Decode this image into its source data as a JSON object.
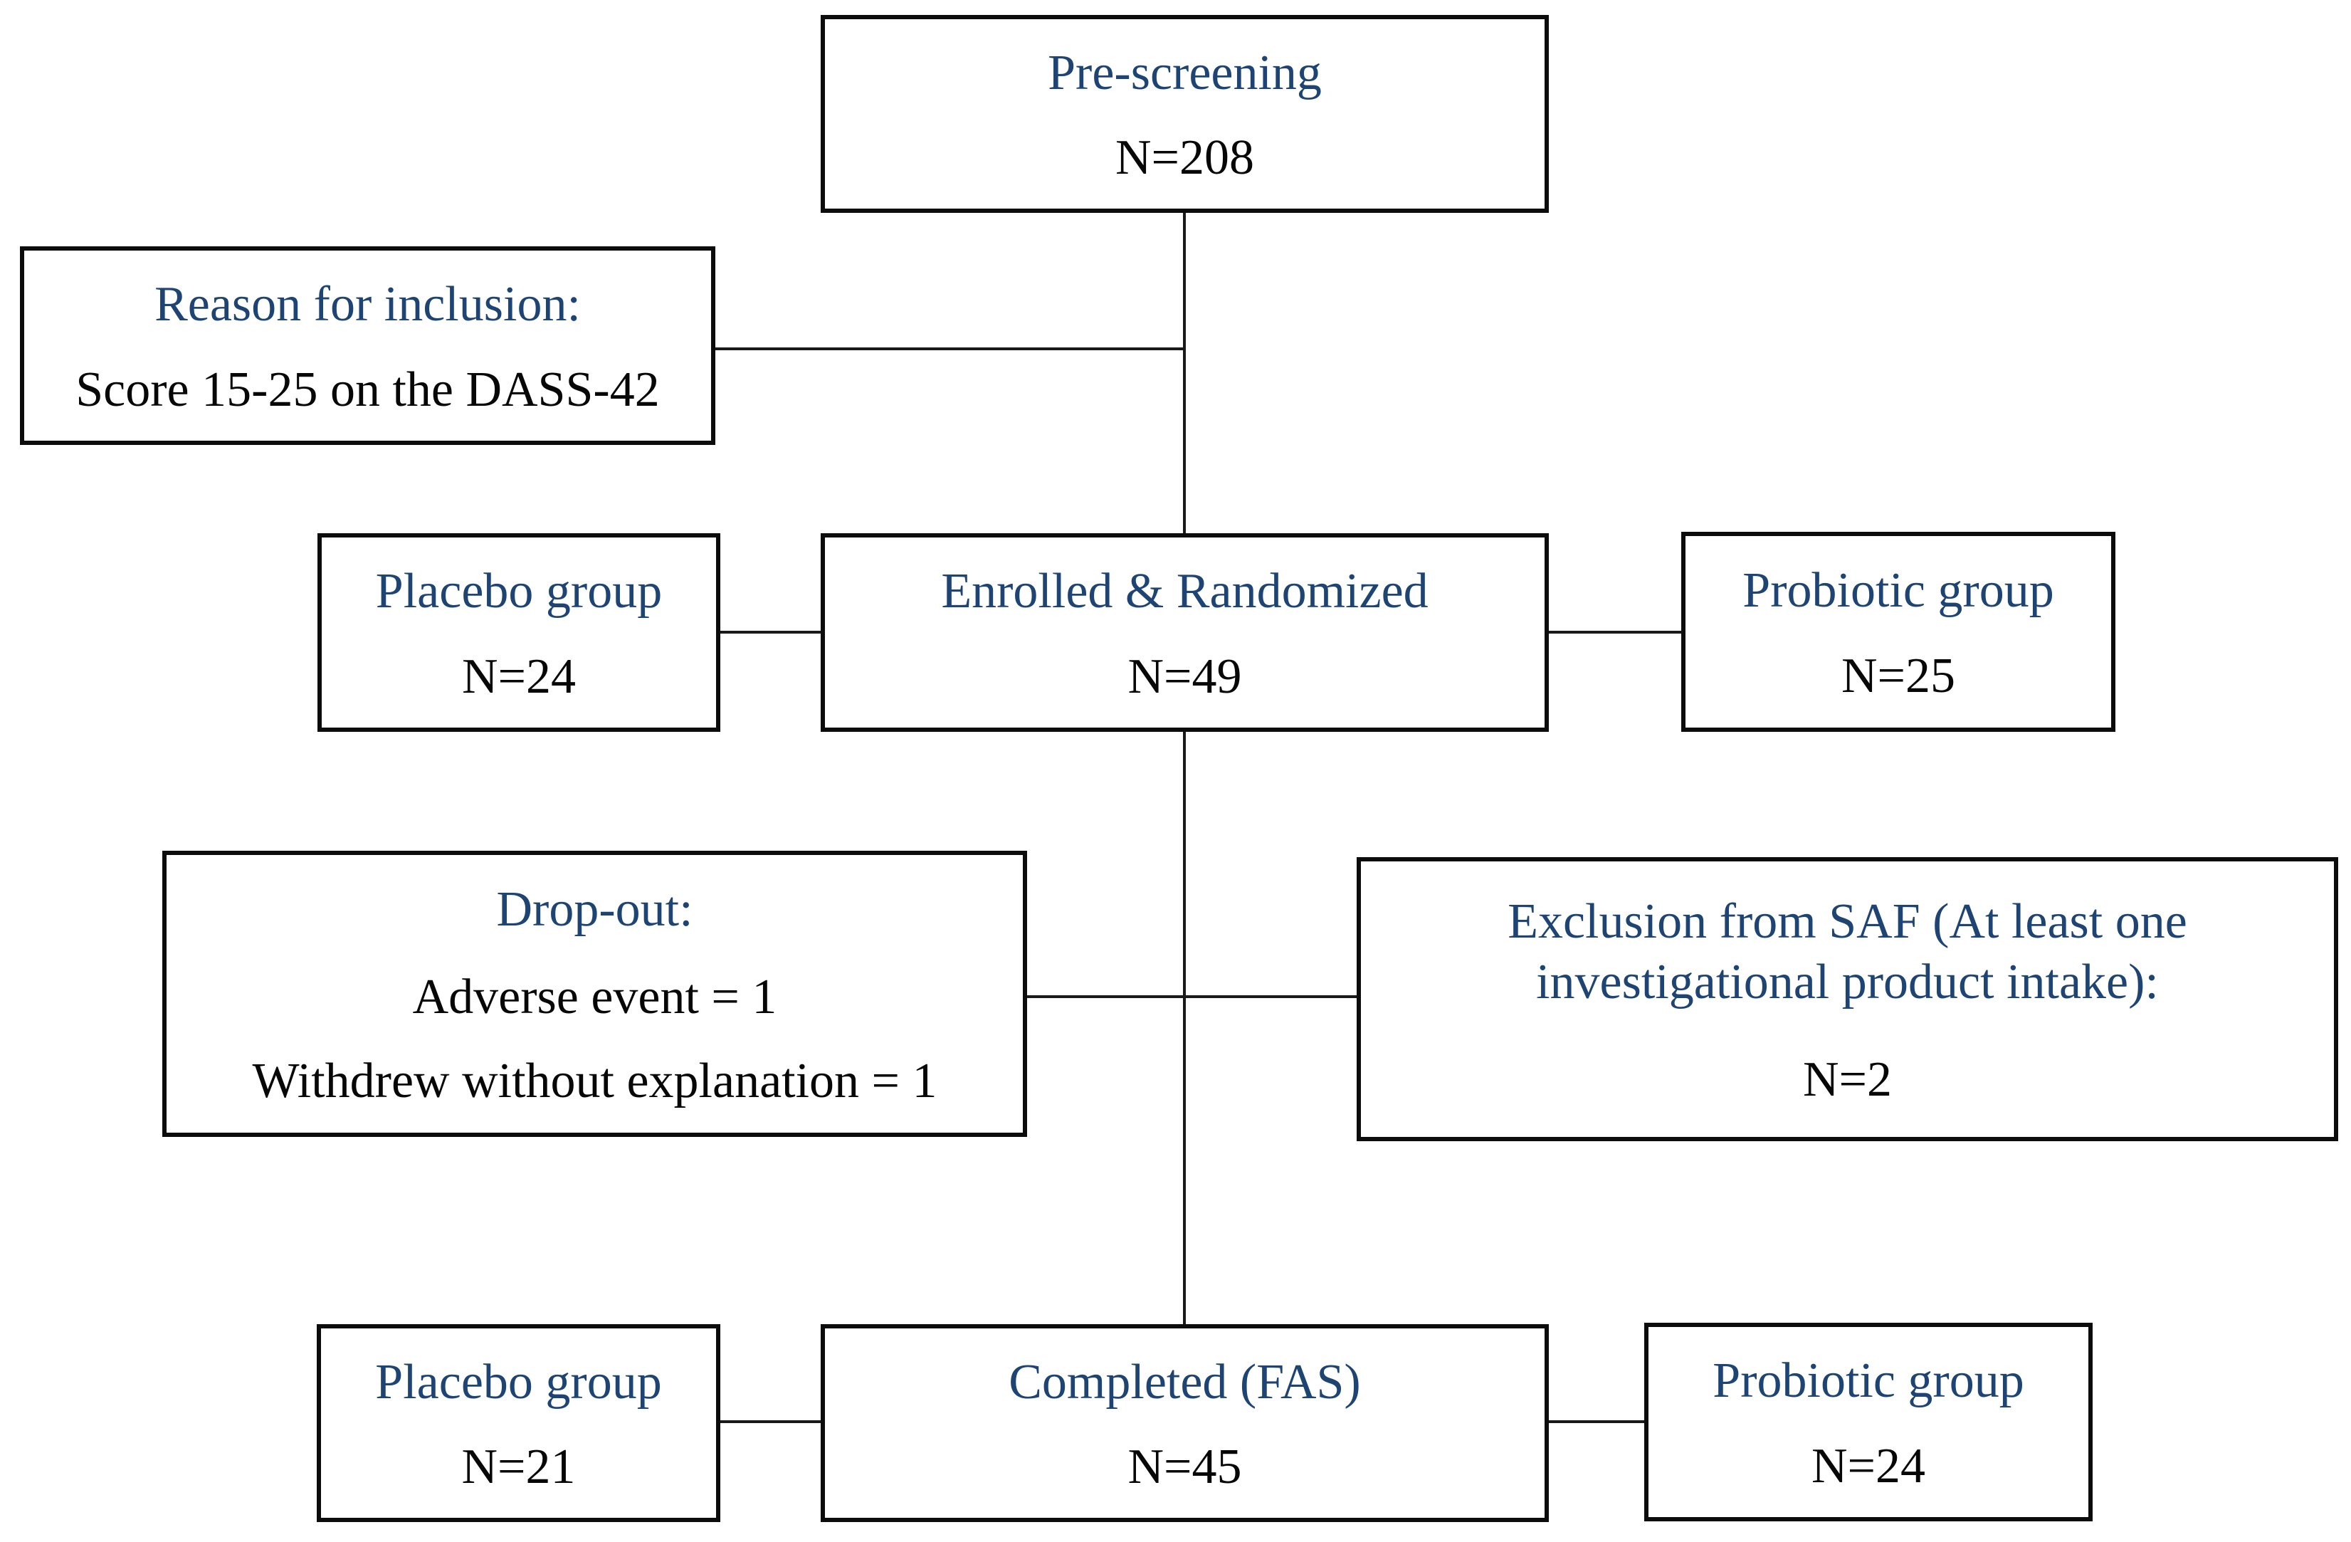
{
  "diagram": {
    "background_color": "#ffffff",
    "box_border_color": "#0c0c0c",
    "connector_color": "#1a1a1a",
    "title_color": "#1e4473",
    "value_color": "#070707",
    "boxes": {
      "pre_screening": {
        "title": "Pre-screening",
        "value": "N=208"
      },
      "reason_inclusion": {
        "title": "Reason for inclusion:",
        "value": "Score 15-25 on the DASS-42"
      },
      "placebo_mid": {
        "title": "Placebo group",
        "value": "N=24"
      },
      "enrolled": {
        "title": "Enrolled & Randomized",
        "value": "N=49"
      },
      "probiotic_mid": {
        "title": "Probiotic group",
        "value": "N=25"
      },
      "dropout": {
        "title": "Drop-out:",
        "line1": "Adverse event = 1",
        "line2": "Withdrew without explanation = 1"
      },
      "exclusion": {
        "title": "Exclusion from SAF (At least one investigational product intake):",
        "value": "N=2"
      },
      "placebo_bottom": {
        "title": "Placebo group",
        "value": "N=21"
      },
      "completed": {
        "title": "Completed (FAS)",
        "value": "N=45"
      },
      "probiotic_bottom": {
        "title": "Probiotic group",
        "value": "N=24"
      }
    }
  }
}
